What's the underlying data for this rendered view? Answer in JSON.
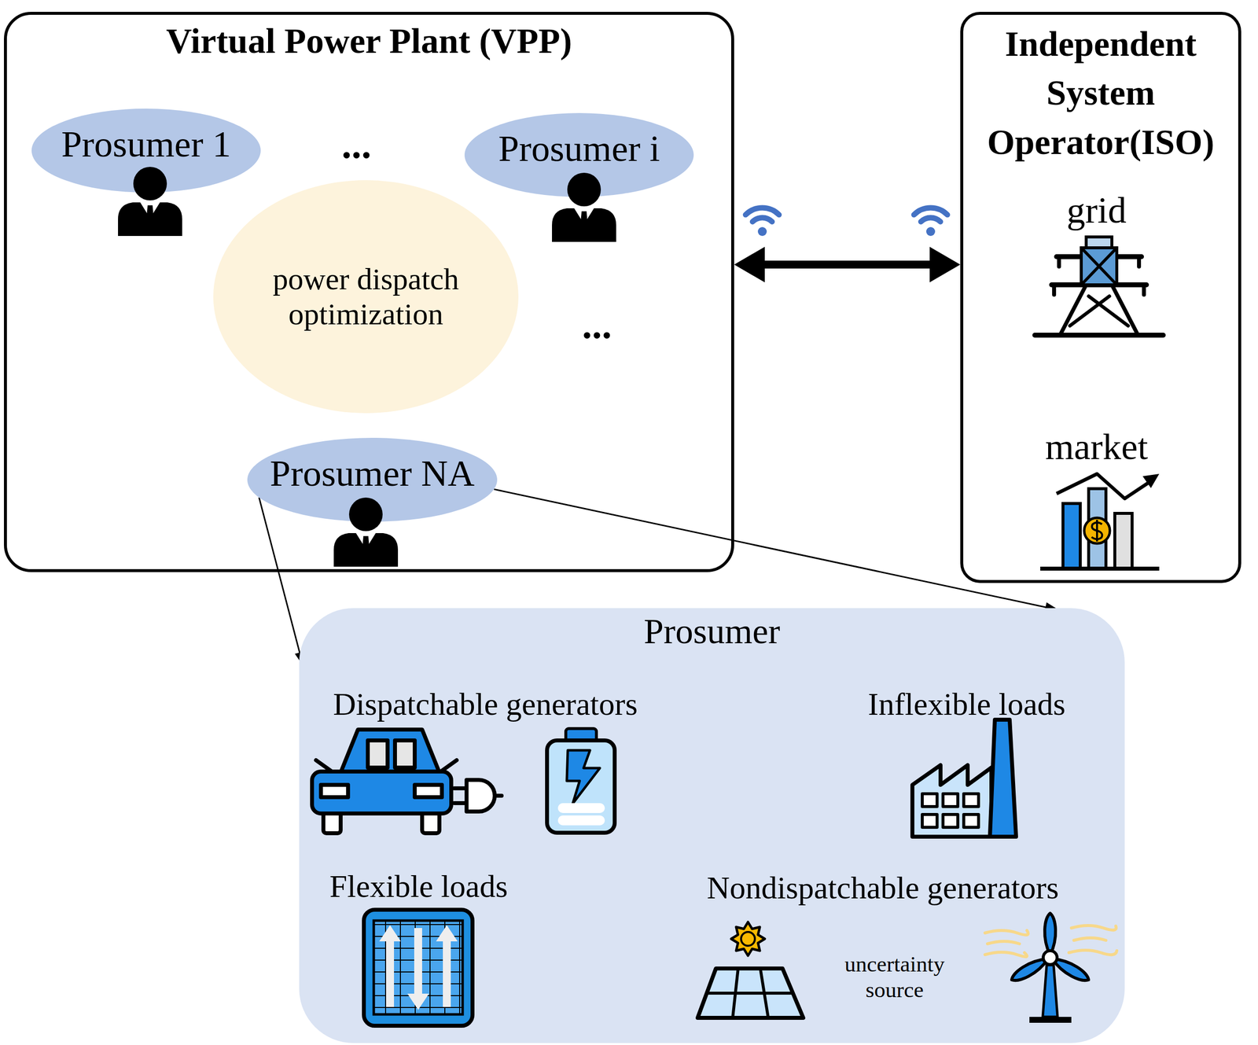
{
  "diagram": {
    "nodes": [
      {
        "text": [
          "Virtual Power Plant (VPP)"
        ]
      },
      {
        "text": [
          "Prosumer 1"
        ],
        "in": 0
      },
      {
        "text": [
          "Prosumer i"
        ],
        "in": 0
      },
      {
        "text": [
          "power dispatch optimization"
        ],
        "in": 0
      },
      {
        "text": [
          "Prosumer NA"
        ],
        "in": 0
      },
      {
        "text": [
          "Independent System Operator(ISO)"
        ]
      },
      {
        "text": [
          "Prosumer"
        ]
      }
    ],
    "edges": [
      {
        "from": 0,
        "to": 5,
        "arrow": "both"
      },
      {
        "from": 4,
        "to": 6,
        "arrow": "to"
      },
      {
        "from": 4,
        "to": 6,
        "arrow": "to"
      }
    ],
    "labels": [
      "...",
      "...",
      "grid",
      "market",
      "Dispatchable generators",
      "Inflexible loads",
      "Flexible loads",
      "Nondispatchable generators",
      "uncertainty source"
    ]
  }
}
